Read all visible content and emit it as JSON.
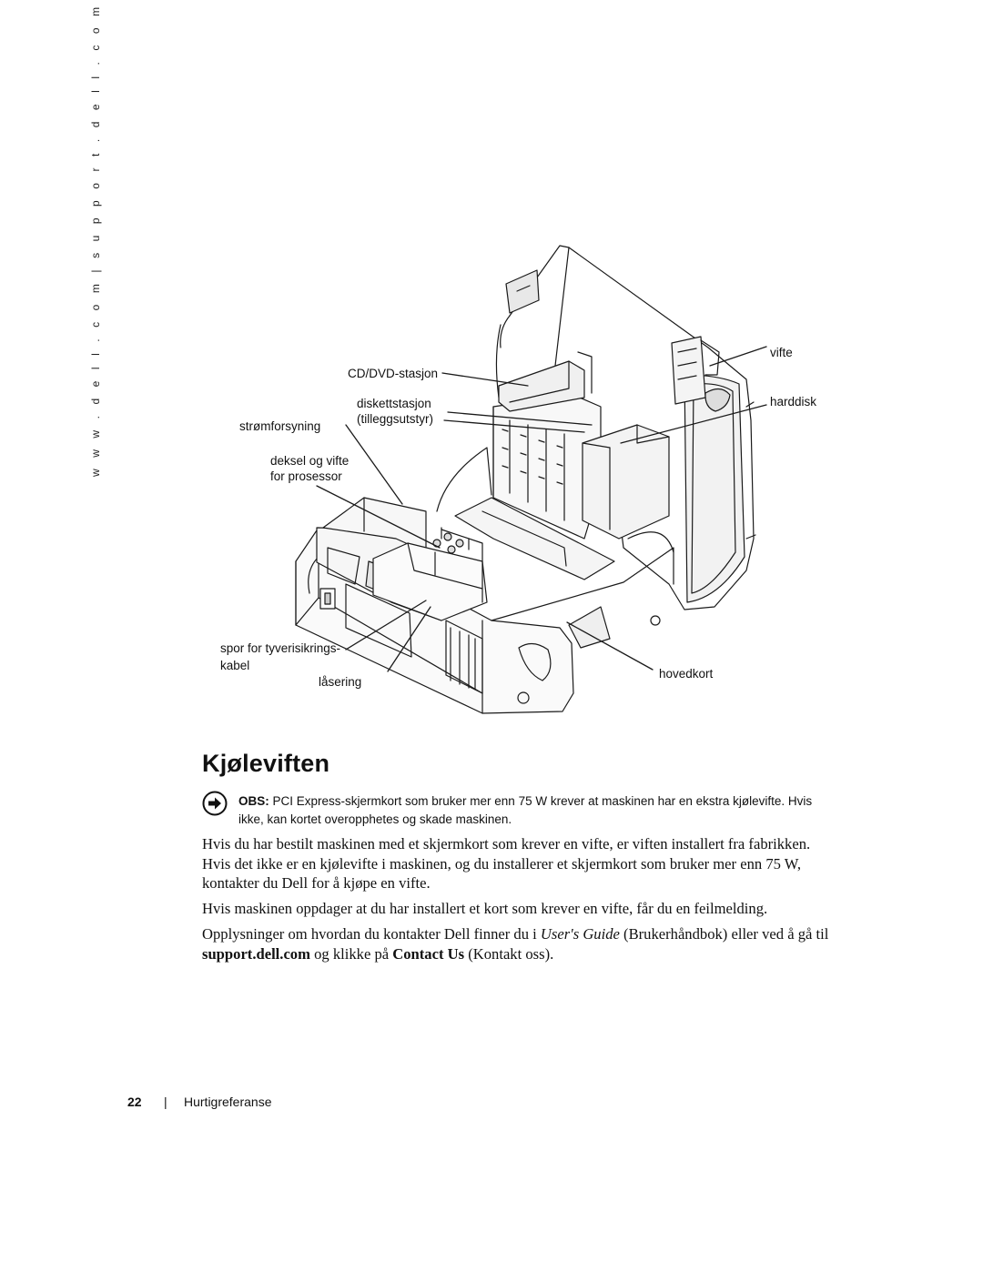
{
  "side_url": "w w w . d e l l . c o m  |  s u p p o r t . d e l l . c o m",
  "figure": {
    "callouts": {
      "cd_dvd": "CD/DVD-stasjon",
      "diskettstasjon_1": "diskettstasjon",
      "diskettstasjon_2": "(tilleggsutstyr)",
      "stromforsyning": "strømforsyning",
      "deksel_1": "deksel og vifte",
      "deksel_2": "for prosessor",
      "spor_1": "spor for tyverisikrings-",
      "spor_2": "kabel",
      "lasering": "låsering",
      "vifte": "vifte",
      "harddisk": "harddisk",
      "hovedkort": "hovedkort"
    }
  },
  "section": {
    "heading": "Kjøleviften",
    "notice": {
      "icon": "notice-arrow-icon",
      "label": "OBS:",
      "text": " PCI Express-skjermkort som bruker mer enn 75 W krever at maskinen har en ekstra kjølevifte. Hvis ikke, kan kortet overopphetes og skade maskinen."
    },
    "paragraph1": "Hvis du har bestilt maskinen med et skjermkort som krever en vifte, er viften installert fra fabrikken. Hvis det ikke er en kjølevifte i maskinen, og du installerer et skjermkort som bruker mer enn 75 W, kontakter du Dell for å kjøpe en vifte.",
    "paragraph2": "Hvis maskinen oppdager at du har installert et kort som krever en vifte, får du en feilmelding.",
    "paragraph3": {
      "part1": "Opplysninger om hvordan du kontakter Dell finner du i ",
      "guide_italic": "User's Guide",
      "part2": " (Brukerhåndbok) eller ved å gå til ",
      "link_bold": "support.dell.com",
      "part3": " og klikke på ",
      "contact_bold": "Contact Us",
      "part4": " (Kontakt oss)."
    }
  },
  "footer": {
    "page_number": "22",
    "separator": "|",
    "title": "Hurtigreferanse"
  }
}
